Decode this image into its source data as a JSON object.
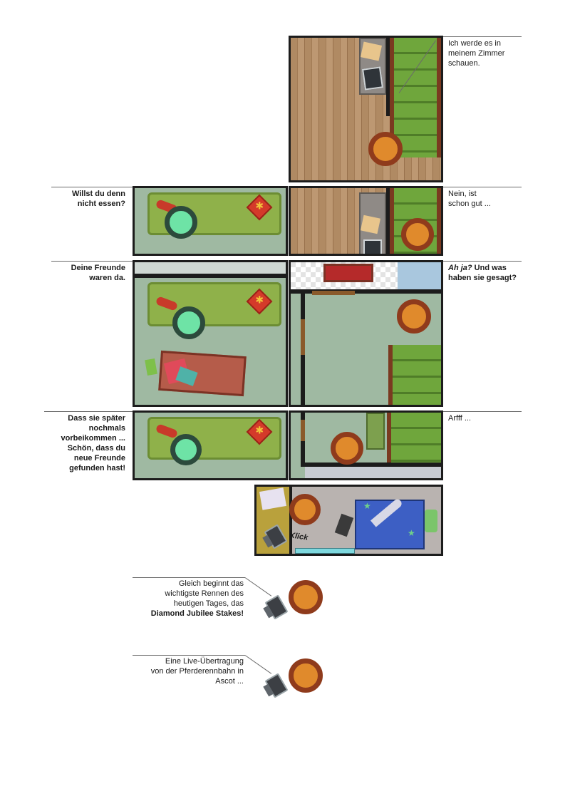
{
  "captions": {
    "c1": "Ich werde es in meinem Zimmer schauen.",
    "c2_line1": "Willst du denn",
    "c2_line2": "nicht essen?",
    "c3_line1": "Nein, ist",
    "c3_line2": "schon gut ...",
    "c4_line1": "Deine Freunde",
    "c4_line2": "waren da.",
    "c5_italic": "Ah ja?",
    "c5_rest1": " Und was",
    "c5_rest2": "haben sie gesagt?",
    "c6_line1": "Dass sie später",
    "c6_line2": "nochmals",
    "c6_line3": "vorbeikommen ...",
    "c6_line4": "Schön, dass du",
    "c6_line5": "neue Freunde",
    "c6_line6": "gefunden hast!",
    "c7": "Arfff ...",
    "klick": "Klick",
    "tv1_line1": "Gleich beginnt das",
    "tv1_line2": "wichtigste Rennen des",
    "tv1_line3": "heutigen Tages, das",
    "tv1_bold": "Diamond Jubilee Stakes!",
    "tv2_line1": "Eine Live-Übertragung",
    "tv2_line2": "von der Pferderennbahn in",
    "tv2_line3": "Ascot ..."
  },
  "icons": {
    "player_token": "orange-circle-token",
    "parent_token": "green-circle-token",
    "tv": "television-icon"
  },
  "colors": {
    "player_fill": "#e08a2c",
    "player_ring": "#8f3b1c",
    "parent_fill": "#6ee3a6",
    "parent_ring": "#2c4a3c",
    "sofa": "#8fb14a",
    "stairs": "#6fa63c",
    "wood": "#a27b55"
  }
}
